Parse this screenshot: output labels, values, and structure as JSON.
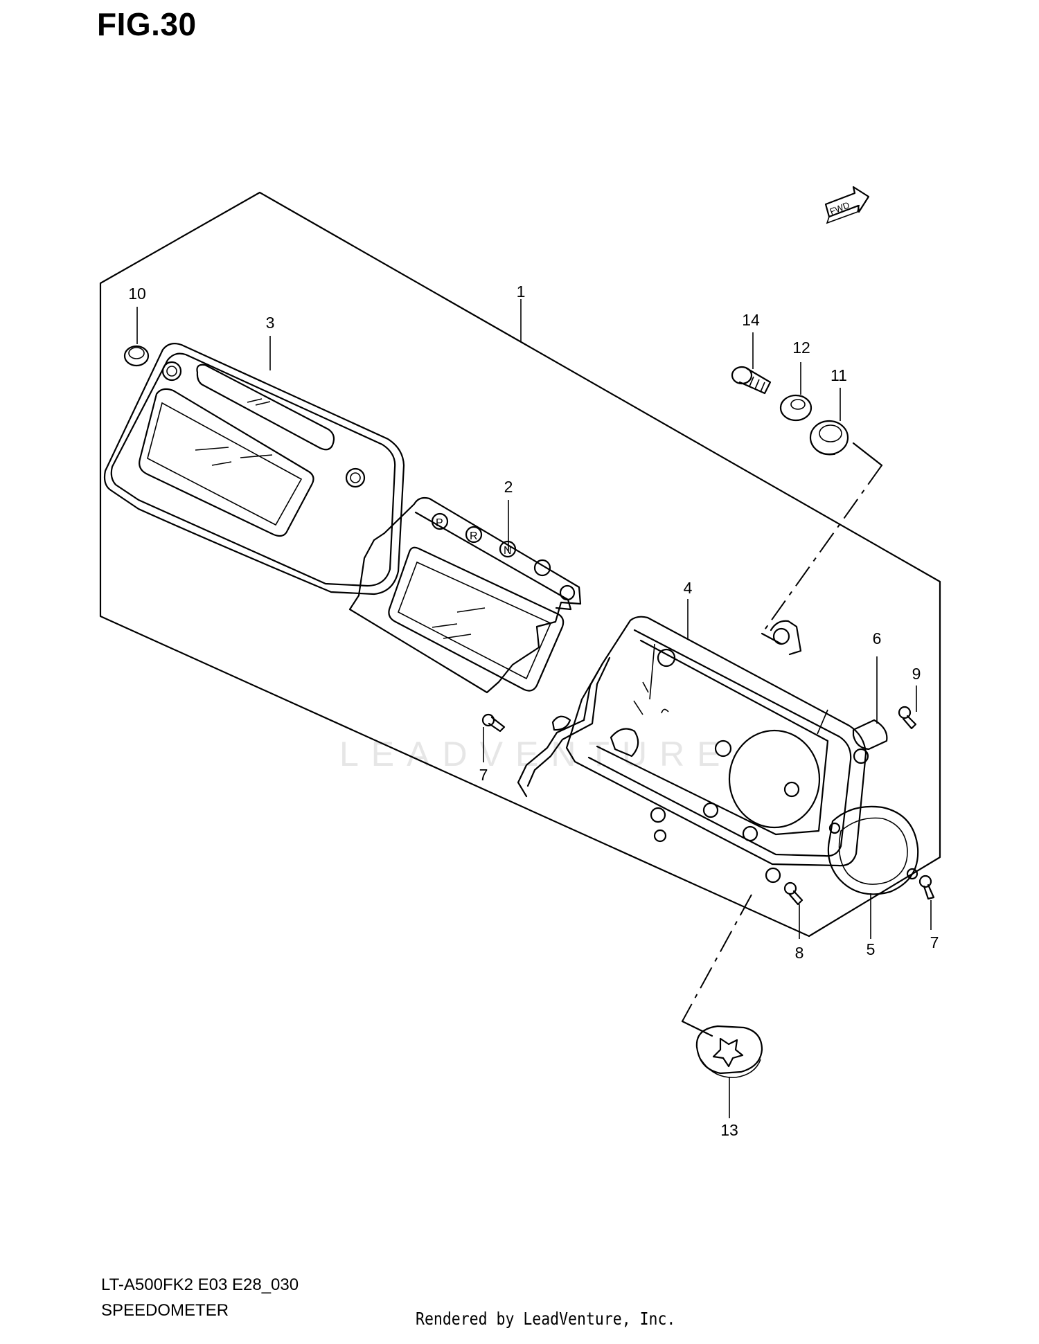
{
  "figure": {
    "title": "FIG.30",
    "model_code": "LT-A500FK2 E03 E28_030",
    "caption": "SPEEDOMETER",
    "credit": "Rendered by LeadVenture, Inc.",
    "watermark": "LEADVENTURE",
    "direction_label": "FWD"
  },
  "callouts": {
    "c1": "1",
    "c2": "2",
    "c3": "3",
    "c4": "4",
    "c5": "5",
    "c6": "6",
    "c7a": "7",
    "c7b": "7",
    "c8": "8",
    "c9": "9",
    "c10": "10",
    "c11": "11",
    "c12": "12",
    "c13": "13",
    "c14": "14"
  },
  "indicator_letters": {
    "p": "P",
    "r": "R",
    "n": "N"
  },
  "colors": {
    "line": "#000000",
    "background": "#ffffff",
    "watermark": "#e6e6e6"
  }
}
